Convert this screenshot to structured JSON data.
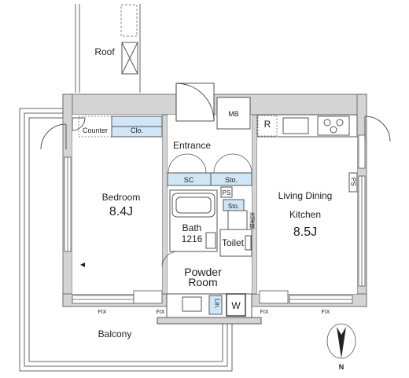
{
  "plan": {
    "rooms": {
      "roof": "Roof",
      "bedroom_name": "Bedroom",
      "bedroom_size": "8.4J",
      "ldk_line1": "Living Dining",
      "ldk_line2": "Kitchen",
      "ldk_size": "8.5J",
      "entrance": "Entrance",
      "bath_name": "Bath",
      "bath_size": "1216",
      "powder_line1": "Powder",
      "powder_line2": "Room",
      "toilet": "Toilet",
      "balcony": "Balcony"
    },
    "fixtures": {
      "mb": "MB",
      "r": "R",
      "counter": "Counter",
      "clo": "Clo.",
      "sc": "SC",
      "sto": "Sto.",
      "ps_left": "PS",
      "ps_right": "PS",
      "sto_small": "Sto.",
      "lin": "Lin.",
      "w": "W",
      "fix_marks": [
        "FIX",
        "FIX",
        "FIX",
        "FIX"
      ],
      "vertical_note": "洗濯機"
    },
    "compass": {
      "north": "N"
    },
    "colors": {
      "wall": "#d4d4d4",
      "wall_edge": "#555555",
      "storage": "#cfe6f6",
      "line": "#333333"
    }
  }
}
